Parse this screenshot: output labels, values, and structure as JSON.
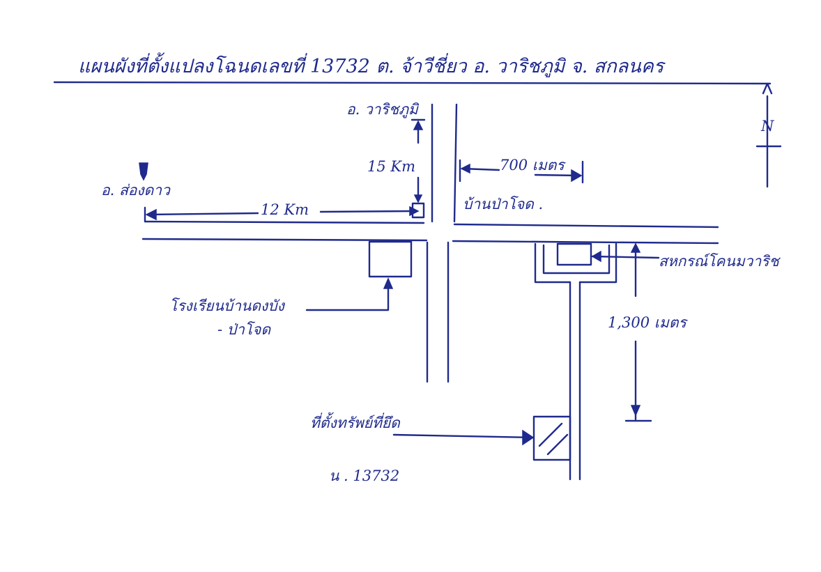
{
  "title": "แผนผังที่ตั้งแปลงโฉนดเลขที่ 13732 ต. จ้าวีชี่ยว อ. วาริชภูมิ จ. สกลนคร",
  "north_label": "N",
  "labels": {
    "to_warichaphum": "อ. วาริชภูมิ",
    "to_songdao": "อ. ส่องดาว",
    "distance_15km": "15 Km",
    "distance_12km": "12 Km",
    "distance_700m": "700 เมตร",
    "village": "บ้านป่าโจด .",
    "school_line1": "โรงเรียนบ้านดงบัง",
    "school_line2": "- ป่าโจด",
    "cooperative": "สหกรณ์โคนมวาริช",
    "distance_1300m": "1,300 เมตร",
    "collateral": "ที่ตั้งทรัพย์ที่ยึด",
    "deed": "น . 13732"
  }
}
